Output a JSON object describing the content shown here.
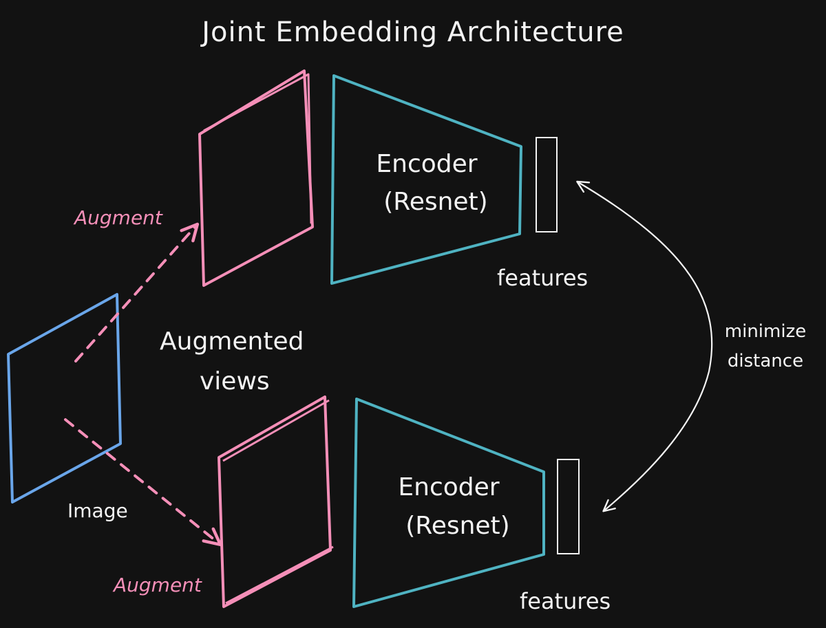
{
  "title": "Joint Embedding Architecture",
  "image_label": "Image",
  "augmented_views_label": [
    "Augmented",
    "views"
  ],
  "branches": [
    {
      "augment_label": "Augment",
      "encoder_label": [
        "Encoder",
        "(Resnet)"
      ],
      "features_label": "features"
    },
    {
      "augment_label": "Augment",
      "encoder_label": [
        "Encoder",
        "(Resnet)"
      ],
      "features_label": "features"
    }
  ],
  "distance_label": [
    "minimize",
    "distance"
  ],
  "colors": {
    "background": "#121212",
    "image": "#6aa6ea",
    "augmented_view": "#f58fb8",
    "encoder": "#4fb3c2",
    "features": "#f4f4f4",
    "text": "#f4f4f4",
    "augment_text": "#f58fb8"
  }
}
